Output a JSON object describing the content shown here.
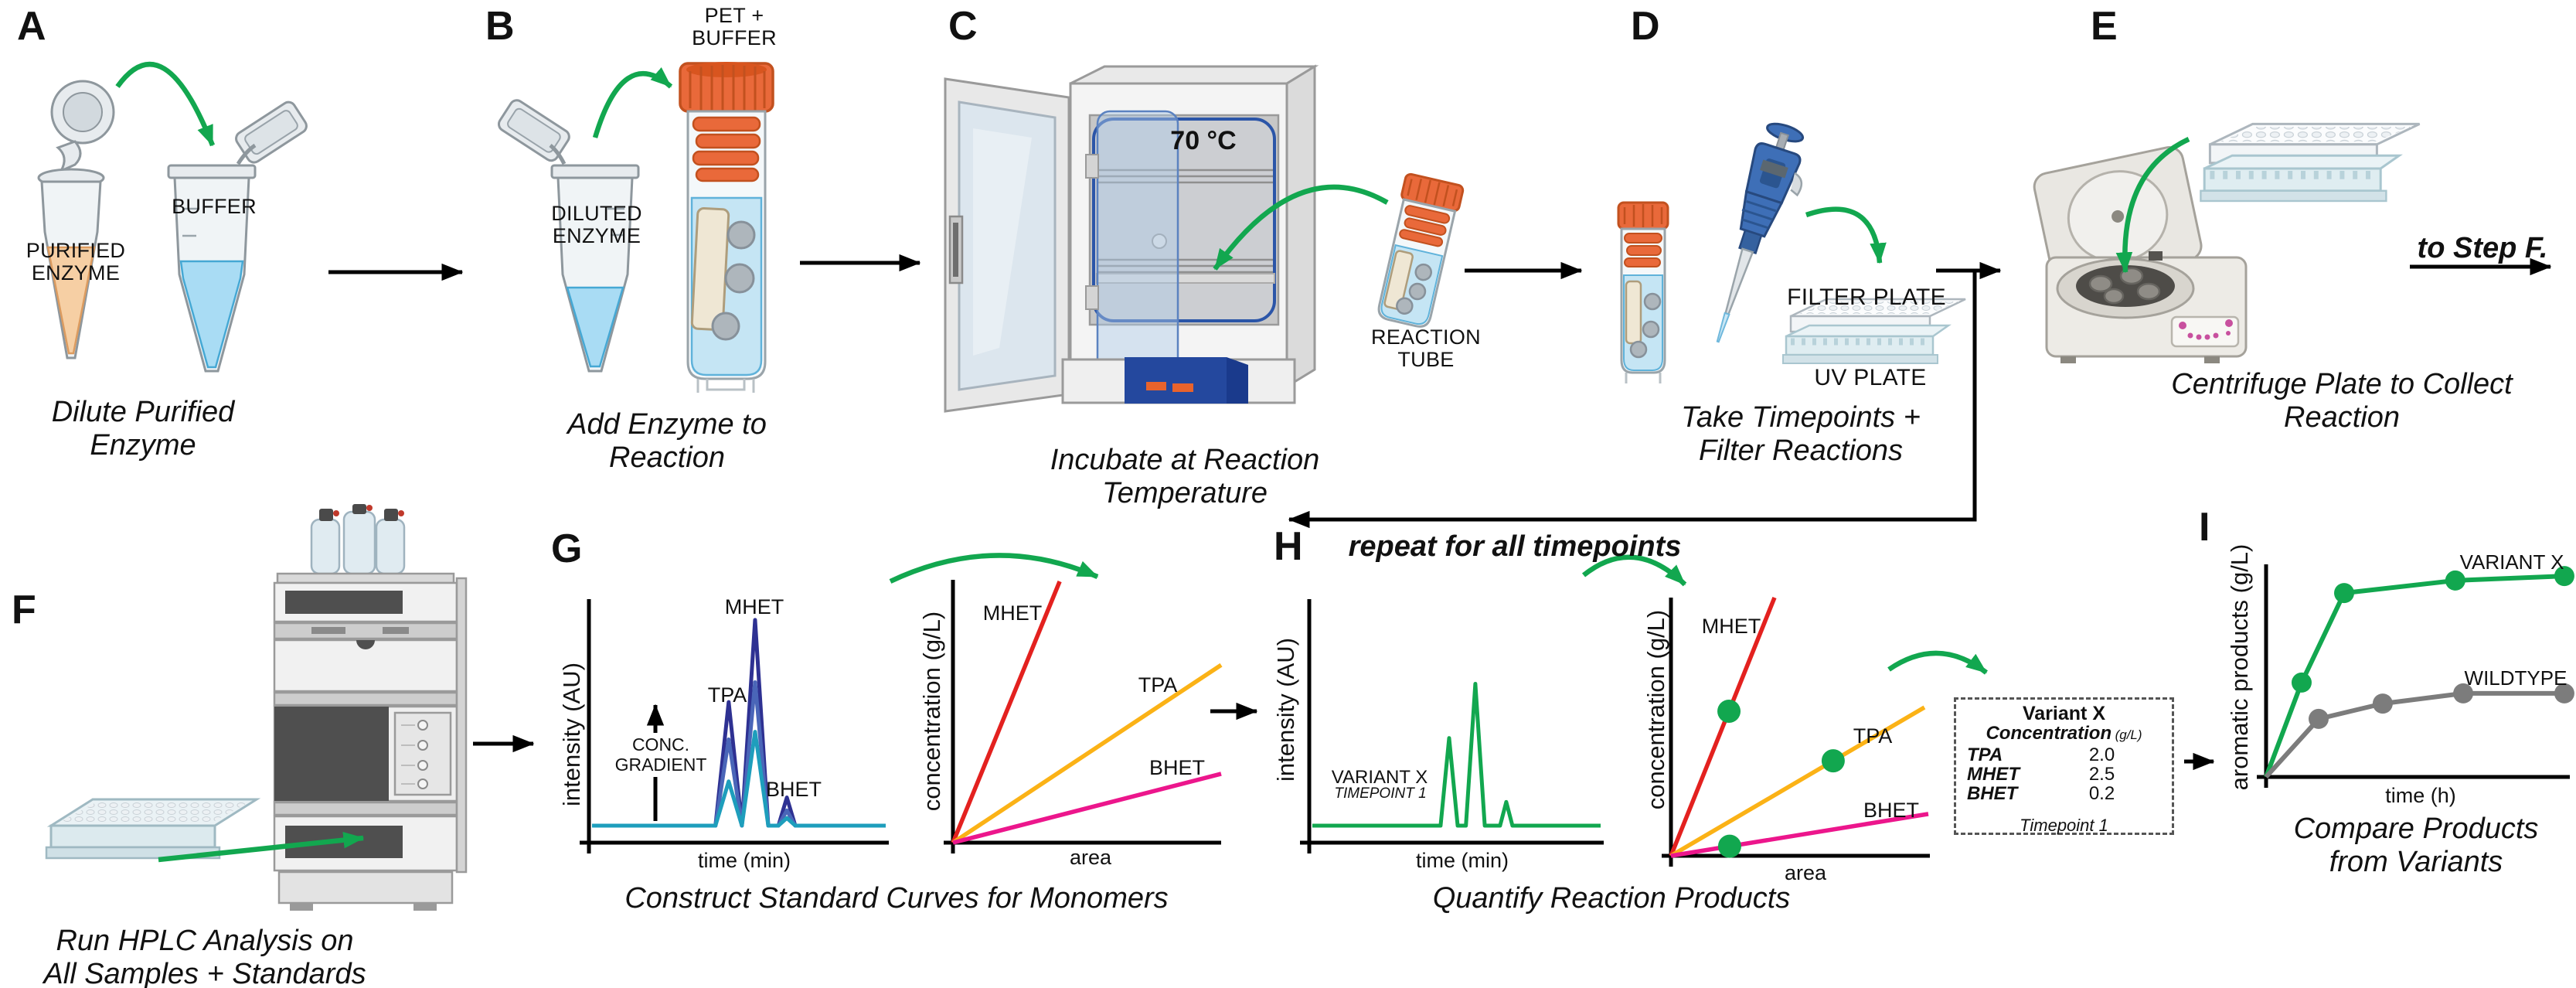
{
  "panels": {
    "a": {
      "letter": "A",
      "tube_label": [
        "PURIFIED",
        "ENZYME"
      ],
      "buffer_label": "BUFFER",
      "caption": [
        "Dilute Purified",
        "Enzyme"
      ]
    },
    "b": {
      "letter": "B",
      "tube_label": [
        "DILUTED",
        "ENZYME"
      ],
      "vial_label": [
        "PET +",
        "BUFFER"
      ],
      "caption": [
        "Add Enzyme to",
        "Reaction"
      ]
    },
    "c": {
      "letter": "C",
      "temperature": "70 °C",
      "tube_label": [
        "REACTION",
        "TUBE"
      ],
      "caption": [
        "Incubate at Reaction",
        "Temperature"
      ],
      "repeat_note": "repeat for all timepoints"
    },
    "d": {
      "letter": "D",
      "filter_plate_label": "FILTER PLATE",
      "uv_plate_label": "UV PLATE",
      "caption": [
        "Take Timepoints +",
        "Filter Reactions"
      ]
    },
    "e": {
      "letter": "E",
      "caption": [
        "Centrifuge Plate to Collect",
        "Reaction"
      ],
      "next_step": "to Step F."
    },
    "f": {
      "letter": "F",
      "caption": [
        "Run HPLC Analysis on",
        "All Samples + Standards"
      ]
    },
    "g": {
      "letter": "G",
      "caption": [
        "Construct Standard Curves for Monomers"
      ]
    },
    "h": {
      "letter": "H",
      "caption": [
        "Quantify Reaction Products"
      ]
    },
    "i": {
      "letter": "I",
      "caption": [
        "Compare Products",
        "from Variants"
      ]
    }
  },
  "table": {
    "title": "Variant X",
    "col_header": "Concentration",
    "col_unit": "(g/L)",
    "rows": [
      {
        "label": "TPA",
        "value": "2.0"
      },
      {
        "label": "MHET",
        "value": "2.5"
      },
      {
        "label": "BHET",
        "value": "0.2"
      }
    ],
    "footer": "Timepoint 1"
  },
  "colors": {
    "green": "#12A74F",
    "red": "#E3211F",
    "yellow": "#FBB216",
    "magenta": "#EC168C",
    "navy": "#2E3192",
    "mid_blue": "#4A66B8",
    "teal": "#1E9EBC",
    "wildtype_gray": "#7C7C7C",
    "cap_orange": "#E9693A",
    "incubator_blue": "#24489E"
  },
  "chart_data": [
    {
      "id": "g_chromatogram",
      "type": "line",
      "title": "HPLC standard chromatogram, concentration gradient of monomer standards",
      "xlabel": "time (min)",
      "ylabel": "intensity (AU)",
      "annotation": [
        "CONC.",
        "GRADIENT"
      ],
      "trace_colors": [
        "#2E3192",
        "#4A66B8",
        "#1E9EBC"
      ],
      "baseline_frac": 0.07,
      "peaks": [
        {
          "label": "TPA",
          "x": 0.466,
          "hw": 0.044,
          "heights": [
            0.553,
            0.386,
            0.198
          ]
        },
        {
          "label": "MHET",
          "x": 0.554,
          "hw": 0.044,
          "heights": [
            0.921,
            0.642,
            0.42
          ]
        },
        {
          "label": "BHET",
          "x": 0.66,
          "hw": 0.028,
          "heights": [
            0.126,
            0.068,
            0.034
          ]
        }
      ]
    },
    {
      "id": "g_standard_curves",
      "type": "line",
      "title": "Standard curves for monomers",
      "xlabel": "area",
      "ylabel": "concentration (g/L)",
      "lines": [
        {
          "name": "MHET",
          "color": "#E3211F",
          "end": [
            0.398,
            0.994
          ]
        },
        {
          "name": "TPA",
          "color": "#FBB216",
          "end": [
            1.0,
            0.676
          ]
        },
        {
          "name": "BHET",
          "color": "#EC168C",
          "end": [
            1.0,
            0.262
          ]
        }
      ]
    },
    {
      "id": "h_chromatogram",
      "type": "line",
      "title": "Sample chromatogram",
      "xlabel": "time (min)",
      "ylabel": "intensity (AU)",
      "sample": "VARIANT X",
      "timepoint": "TIMEPOINT 1",
      "trace_colors": [
        "#12A74F"
      ],
      "baseline_frac": 0.07,
      "peaks": [
        {
          "x": 0.475,
          "hw": 0.029,
          "heights": [
            0.392
          ]
        },
        {
          "x": 0.564,
          "hw": 0.032,
          "heights": [
            0.635
          ]
        },
        {
          "x": 0.669,
          "hw": 0.021,
          "heights": [
            0.106
          ]
        }
      ]
    },
    {
      "id": "h_standard_curves",
      "type": "line",
      "title": "Quantify sample peak areas on standard curves",
      "xlabel": "area",
      "ylabel": "concentration (g/L)",
      "dot_color": "#12A74F",
      "dot_r": 15,
      "lines": [
        {
          "name": "MHET",
          "color": "#E3211F",
          "end": [
            0.4,
            1.0
          ],
          "dot_t": 0.56
        },
        {
          "name": "TPA",
          "color": "#FBB216",
          "end": [
            0.979,
            0.575
          ],
          "dot_t": 0.64
        },
        {
          "name": "BHET",
          "color": "#EC168C",
          "end": [
            0.994,
            0.162
          ],
          "dot_t": 0.228
        }
      ]
    },
    {
      "id": "variant_comparison",
      "type": "line",
      "title": "Aromatic products released over time per variant",
      "xlabel": "time (h)",
      "ylabel": "aromatic products (g/L)",
      "series": [
        {
          "name": "VARIANT X",
          "color": "#12A74F",
          "points": [
            [
              0,
              0
            ],
            [
              0.117,
              0.444
            ],
            [
              0.257,
              0.865
            ],
            [
              0.623,
              0.924
            ],
            [
              0.982,
              0.945
            ]
          ]
        },
        {
          "name": "WILDTYPE",
          "color": "#7C7C7C",
          "points": [
            [
              0,
              0
            ],
            [
              0.173,
              0.273
            ],
            [
              0.384,
              0.345
            ],
            [
              0.649,
              0.393
            ],
            [
              0.982,
              0.393
            ]
          ]
        }
      ]
    }
  ]
}
